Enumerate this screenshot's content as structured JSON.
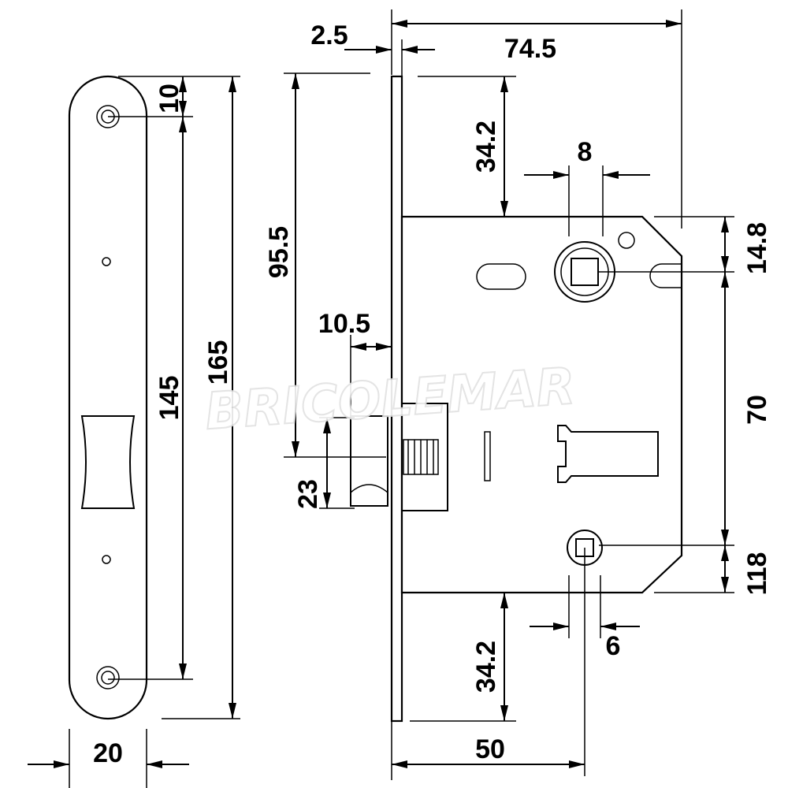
{
  "drawing": {
    "watermark": "BRICOLEMAR",
    "dimensions": {
      "faceplate_thickness": "2.5",
      "total_depth": "74.5",
      "strike_top_hole": "10",
      "strike_hole_spacing": "145",
      "strike_length": "165",
      "strike_width": "20",
      "top_to_latch": "95.5",
      "top_to_body": "34.2",
      "follower_square": "8",
      "body_to_follower": "14.8",
      "latch_projection": "10.5",
      "follower_to_cylinder": "70",
      "latch_height": "23",
      "cylinder_to_body": "118",
      "cylinder_square": "6",
      "body_to_bottom": "34.2",
      "backset": "50"
    }
  }
}
